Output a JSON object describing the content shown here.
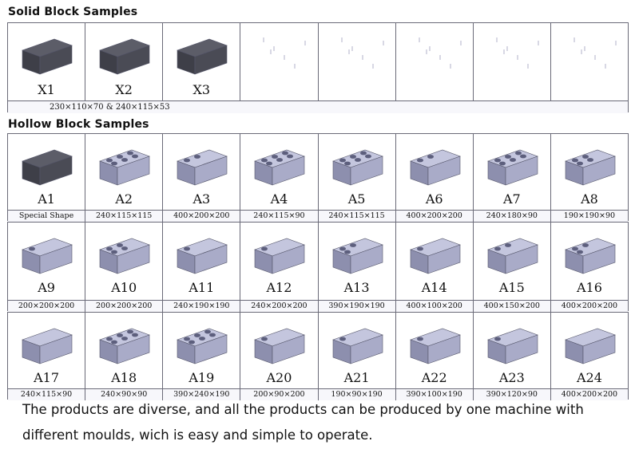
{
  "solid_title": "Solid Block Samples",
  "hollow_title": "Hollow Block Samples",
  "solid_blocks": [
    {
      "label": "X1"
    },
    {
      "label": "X2"
    },
    {
      "label": "X3"
    },
    {
      "label": ""
    },
    {
      "label": ""
    },
    {
      "label": ""
    },
    {
      "label": ""
    },
    {
      "label": ""
    }
  ],
  "solid_note": "230×110×70 & 240×115×53",
  "hollow_rows": [
    [
      {
        "label": "A1",
        "dim": "Special Shape"
      },
      {
        "label": "A2",
        "dim": "240×115×115"
      },
      {
        "label": "A3",
        "dim": "400×200×200"
      },
      {
        "label": "A4",
        "dim": "240×115×90"
      },
      {
        "label": "A5",
        "dim": "240×115×115"
      },
      {
        "label": "A6",
        "dim": "400×200×200"
      },
      {
        "label": "A7",
        "dim": "240×180×90"
      },
      {
        "label": "A8",
        "dim": "190×190×90"
      }
    ],
    [
      {
        "label": "A9",
        "dim": "200×200×200"
      },
      {
        "label": "A10",
        "dim": "200×200×200"
      },
      {
        "label": "A11",
        "dim": "240×190×190"
      },
      {
        "label": "A12",
        "dim": "240×200×200"
      },
      {
        "label": "A13",
        "dim": "390×190×190"
      },
      {
        "label": "A14",
        "dim": "400×100×200"
      },
      {
        "label": "A15",
        "dim": "400×150×200"
      },
      {
        "label": "A16",
        "dim": "400×200×200"
      }
    ],
    [
      {
        "label": "A17",
        "dim": "240×115×90"
      },
      {
        "label": "A18",
        "dim": "240×90×90"
      },
      {
        "label": "A19",
        "dim": "390×240×190"
      },
      {
        "label": "A20",
        "dim": "200×90×200"
      },
      {
        "label": "A21",
        "dim": "190×90×190"
      },
      {
        "label": "A22",
        "dim": "390×100×190"
      },
      {
        "label": "A23",
        "dim": "390×120×90"
      },
      {
        "label": "A24",
        "dim": "400×200×200"
      }
    ]
  ],
  "footer_line1": "The products are diverse,  and all the products can be produced by one machine with",
  "footer_line2": "different moulds,  wich is easy and simple to operate.",
  "colors": {
    "block_face": "#a9abc8",
    "block_top": "#c4c6de",
    "block_side": "#8d8fae",
    "solid_block": "#3e3f48",
    "border": "#6a6a78"
  }
}
